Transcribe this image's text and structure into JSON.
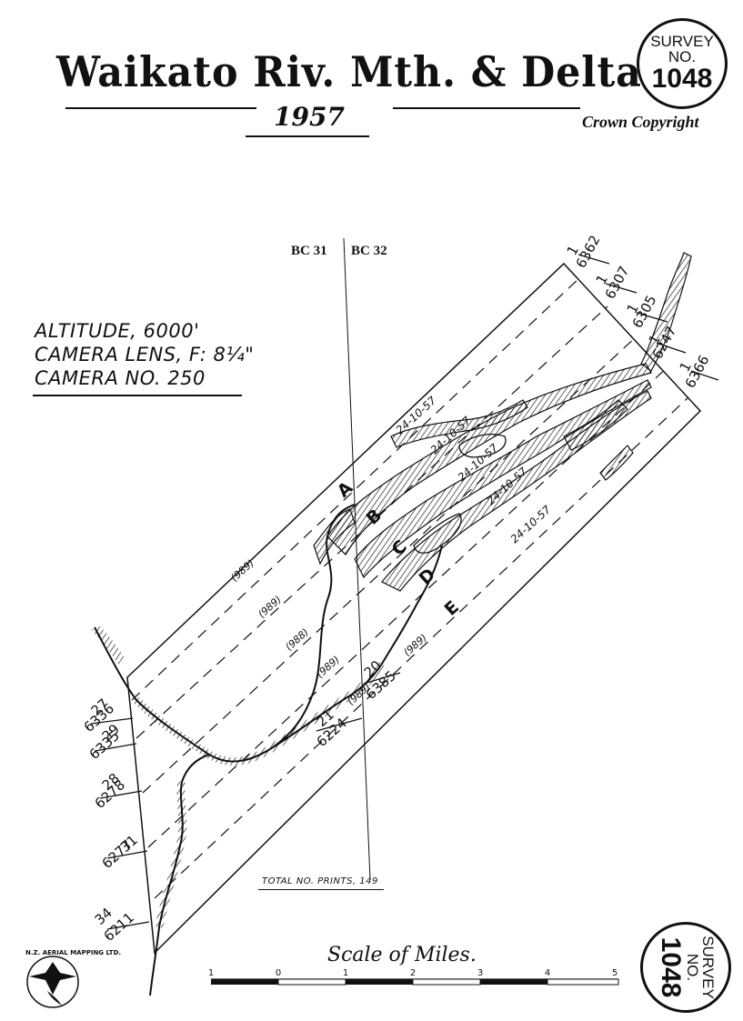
{
  "header": {
    "title": "Waikato Riv. Mth. & Delta",
    "year": "1957",
    "copyright": "Crown Copyright"
  },
  "survey": {
    "label_line1": "SURVEY",
    "label_line2": "NO.",
    "number": "1048"
  },
  "flight_info": {
    "altitude": "ALTITUDE, 6000'",
    "lens": "CAMERA LENS, F: 8¼\"",
    "camera": "CAMERA NO. 250"
  },
  "grid_labels": {
    "left": "BC 31",
    "right": "BC 32"
  },
  "runs": [
    {
      "letter": "A",
      "date": "24-10-57"
    },
    {
      "letter": "B",
      "date": "24-10-57"
    },
    {
      "letter": "C",
      "date": "24-10-57"
    },
    {
      "letter": "D",
      "date": "24-10-57"
    },
    {
      "letter": "E",
      "date": "24-10-57"
    }
  ],
  "run_ids": [
    "(989)",
    "(989)",
    "(988)",
    "(989)",
    "(989)",
    "(989)"
  ],
  "print_numbers": [
    {
      "run": "27",
      "print": "6336"
    },
    {
      "run": "29",
      "print": "6335"
    },
    {
      "run": "28",
      "print": "6278"
    },
    {
      "run": "31",
      "print": "6277"
    },
    {
      "run": "34",
      "print": "6211"
    },
    {
      "run": "21",
      "print": "6224"
    },
    {
      "run": "20",
      "print": "6385"
    },
    {
      "run": "1",
      "print": "6362"
    },
    {
      "run": "1",
      "print": "6307"
    },
    {
      "run": "1",
      "print": "6305"
    },
    {
      "run": "1",
      "print": "6247"
    },
    {
      "run": "1",
      "print": "6366"
    }
  ],
  "total_prints": "TOTAL NO. PRINTS, 149",
  "scale": {
    "title": "Scale of Miles.",
    "ticks": [
      "1",
      "0",
      "1",
      "2",
      "3",
      "4",
      "5"
    ]
  },
  "logo": {
    "text": "N.Z. AERIAL MAPPING LTD."
  }
}
